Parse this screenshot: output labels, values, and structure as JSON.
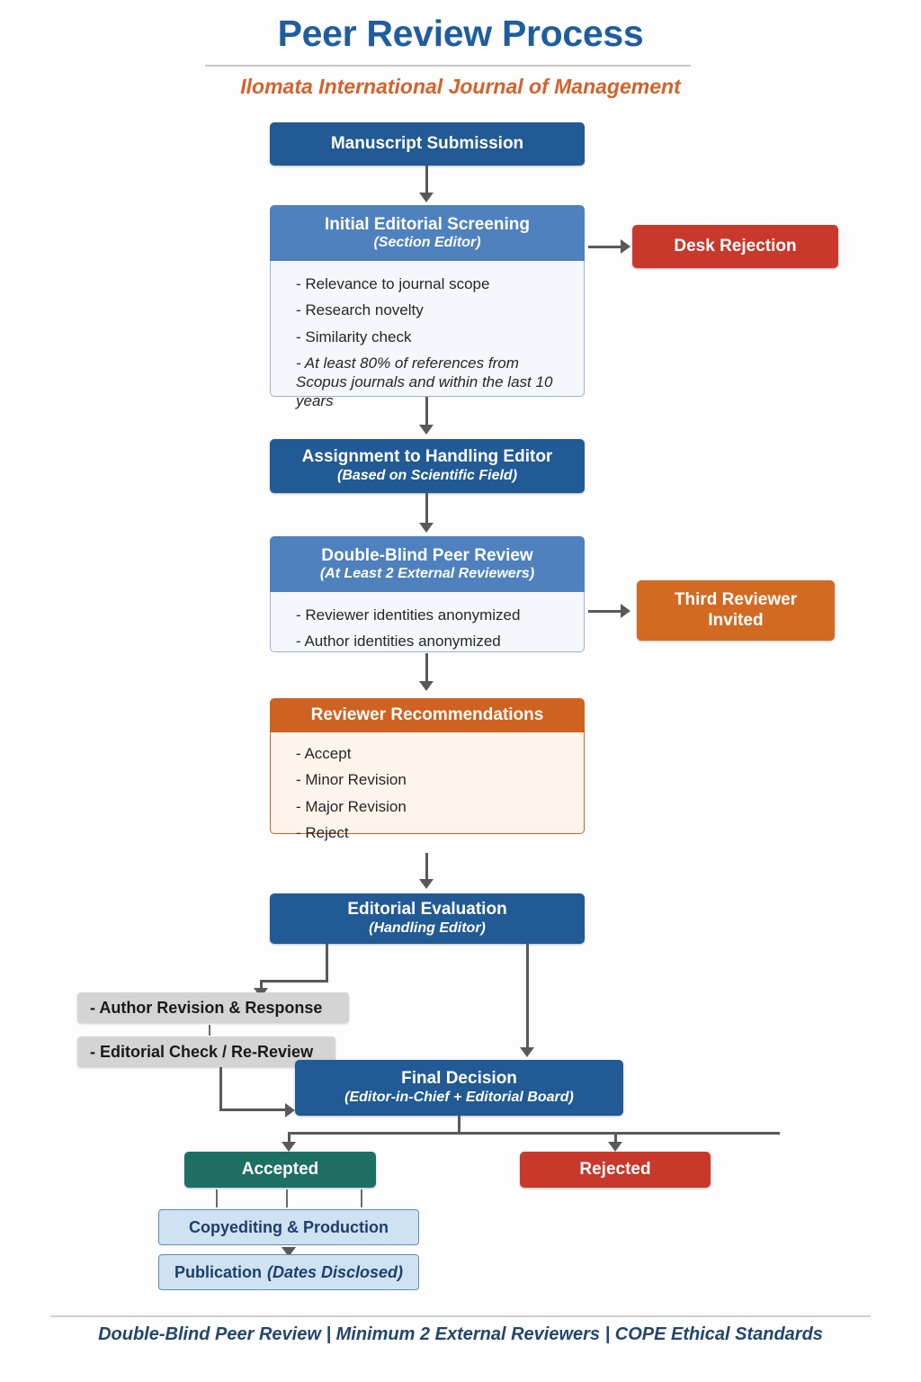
{
  "header": {
    "title": "Peer Review Process",
    "subtitle": "Ilomata International Journal of Management"
  },
  "colors": {
    "navy": "#215A95",
    "blue": "#4E81BD",
    "red": "#C8392B",
    "orange": "#D26A22",
    "green": "#1D7063",
    "grey": "#d4d4d4",
    "light_blue": "#cfe2f2",
    "title_blue": "#1F5DA0",
    "subtitle_orange": "#D4622A",
    "connector": "#595959"
  },
  "nodes": {
    "submission": {
      "title": "Manuscript Submission"
    },
    "screening": {
      "title": "Initial Editorial Screening",
      "subtitle": "(Section Editor)",
      "items": [
        "- Relevance to journal scope",
        "- Research novelty",
        "- Similarity check",
        "- At least 80% of references from Scopus journals and within the last 10 years"
      ]
    },
    "desk_rejection": {
      "title": "Desk Rejection"
    },
    "assignment": {
      "title": "Assignment to Handling Editor",
      "subtitle": "(Based on Scientific Field)"
    },
    "double_blind": {
      "title": "Double-Blind Peer Review",
      "subtitle": "(At Least 2 External Reviewers)",
      "items": [
        "- Reviewer identities anonymized",
        "- Author identities anonymized"
      ]
    },
    "third_reviewer": {
      "line1": "Third Reviewer",
      "line2": "Invited"
    },
    "recommendations": {
      "title": "Reviewer Recommendations",
      "items": [
        "- Accept",
        "- Minor Revision",
        "- Major Revision",
        "- Reject"
      ]
    },
    "editorial_evaluation": {
      "title": "Editorial Evaluation",
      "subtitle": "(Handling Editor)"
    },
    "author_revision": {
      "title": "- Author Revision & Response"
    },
    "editorial_check": {
      "title": "- Editorial Check / Re-Review"
    },
    "final_decision": {
      "title": "Final Decision",
      "subtitle": "(Editor-in-Chief  +  Editorial Board)"
    },
    "accepted": {
      "title": "Accepted"
    },
    "rejected": {
      "title": "Rejected"
    },
    "copyediting": {
      "title": "Copyediting & Production"
    },
    "publication": {
      "title": "Publication",
      "note": "(Dates Disclosed)"
    }
  },
  "footer": {
    "text": "Double-Blind Peer Review  |  Minimum 2 External Reviewers  |  COPE Ethical Standards"
  }
}
